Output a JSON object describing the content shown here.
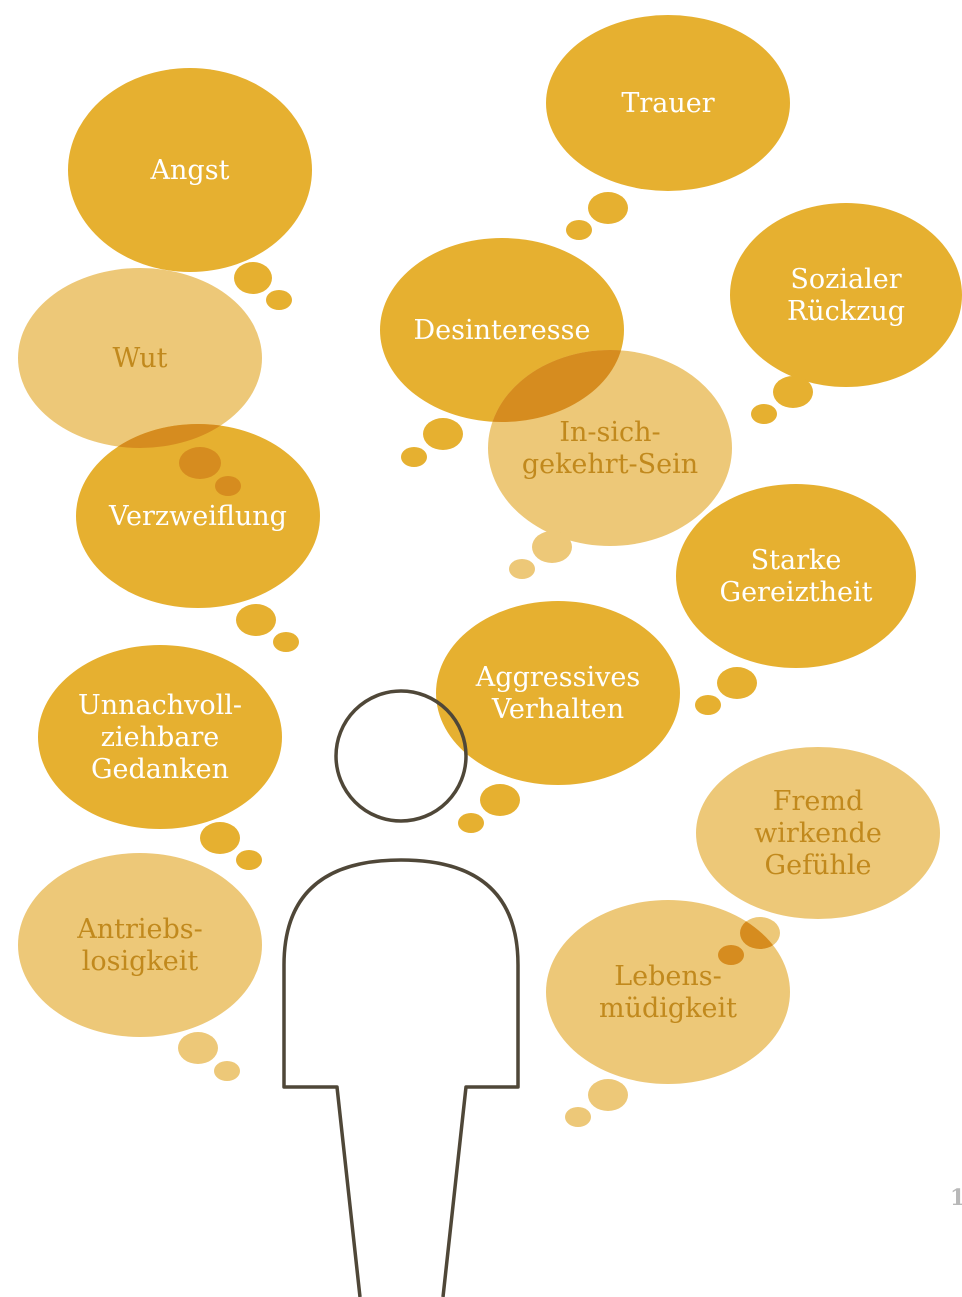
{
  "bubbles": [
    {
      "id": "angst",
      "lines": [
        "Angst"
      ],
      "tone": "strong"
    },
    {
      "id": "trauer",
      "lines": [
        "Trauer"
      ],
      "tone": "strong"
    },
    {
      "id": "wut",
      "lines": [
        "Wut"
      ],
      "tone": "light"
    },
    {
      "id": "desinteresse",
      "lines": [
        "Desinteresse"
      ],
      "tone": "strong"
    },
    {
      "id": "sozialer-rueckzug",
      "lines": [
        "Sozialer",
        "Rückzug"
      ],
      "tone": "strong"
    },
    {
      "id": "in-sich-gekehrt-sein",
      "lines": [
        "In-sich-",
        "gekehrt-Sein"
      ],
      "tone": "light"
    },
    {
      "id": "verzweiflung",
      "lines": [
        "Verzweiflung"
      ],
      "tone": "strong"
    },
    {
      "id": "starke-gereiztheit",
      "lines": [
        "Starke",
        "Gereiztheit"
      ],
      "tone": "strong"
    },
    {
      "id": "aggressives-verhalten",
      "lines": [
        "Aggressives",
        "Verhalten"
      ],
      "tone": "strong"
    },
    {
      "id": "unnachvollziehbare-gedanken",
      "lines": [
        "Unnachvoll-",
        "ziehbare",
        "Gedanken"
      ],
      "tone": "strong"
    },
    {
      "id": "fremd-wirkende-gefuehle",
      "lines": [
        "Fremd",
        "wirkende",
        "Gefühle"
      ],
      "tone": "light"
    },
    {
      "id": "antriebslosigkeit",
      "lines": [
        "Antriebs-",
        "losigkeit"
      ],
      "tone": "light"
    },
    {
      "id": "lebensmuedigkeit",
      "lines": [
        "Lebens-",
        "müdigkeit"
      ],
      "tone": "light"
    }
  ],
  "page_number": "1",
  "colors": {
    "strong": "#e6b030",
    "light": "#edc878",
    "overlap": "#d68c1f",
    "outline": "#4f4738"
  },
  "figure": {
    "name": "person-outline-icon"
  }
}
